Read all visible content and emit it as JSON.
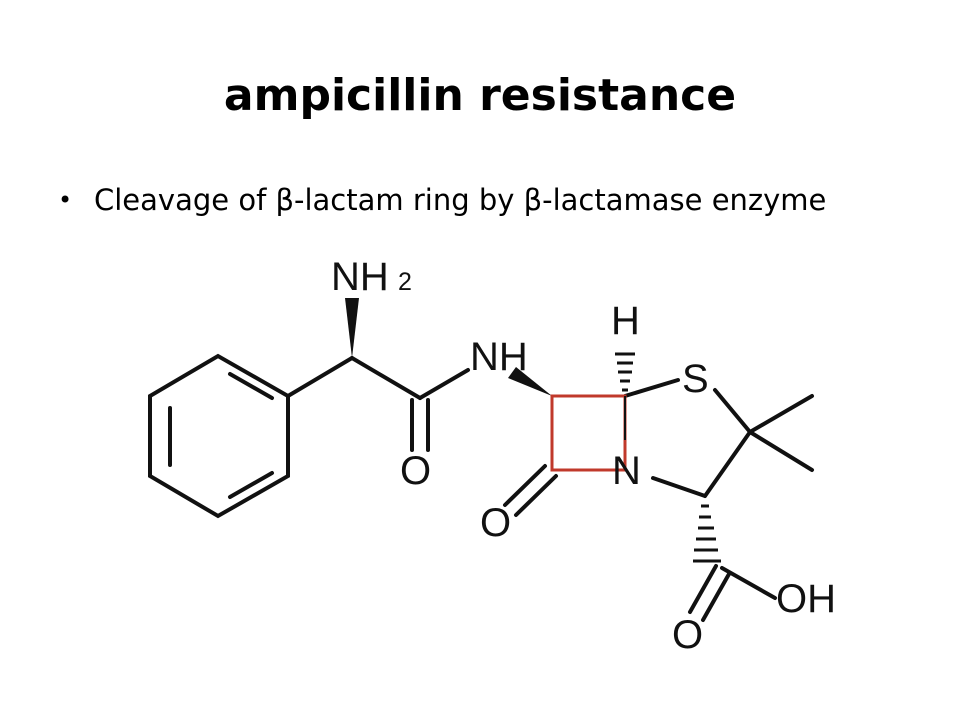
{
  "slide": {
    "title": "ampicillin resistance",
    "bullets": [
      "Cleavage of β-lactam ring by β-lactamase enzyme"
    ]
  },
  "molecule": {
    "labels": {
      "amine": "NH",
      "amine_sub": "2",
      "amide_nh": "NH",
      "amide_o": "O",
      "beta_h": "H",
      "sulfur": "S",
      "lactam_n": "N",
      "lactam_o": "O",
      "acid_o": "O",
      "acid_oh": "OH"
    },
    "colors": {
      "bond": "#111111",
      "beta_lactam_highlight": "#c0392b"
    }
  }
}
